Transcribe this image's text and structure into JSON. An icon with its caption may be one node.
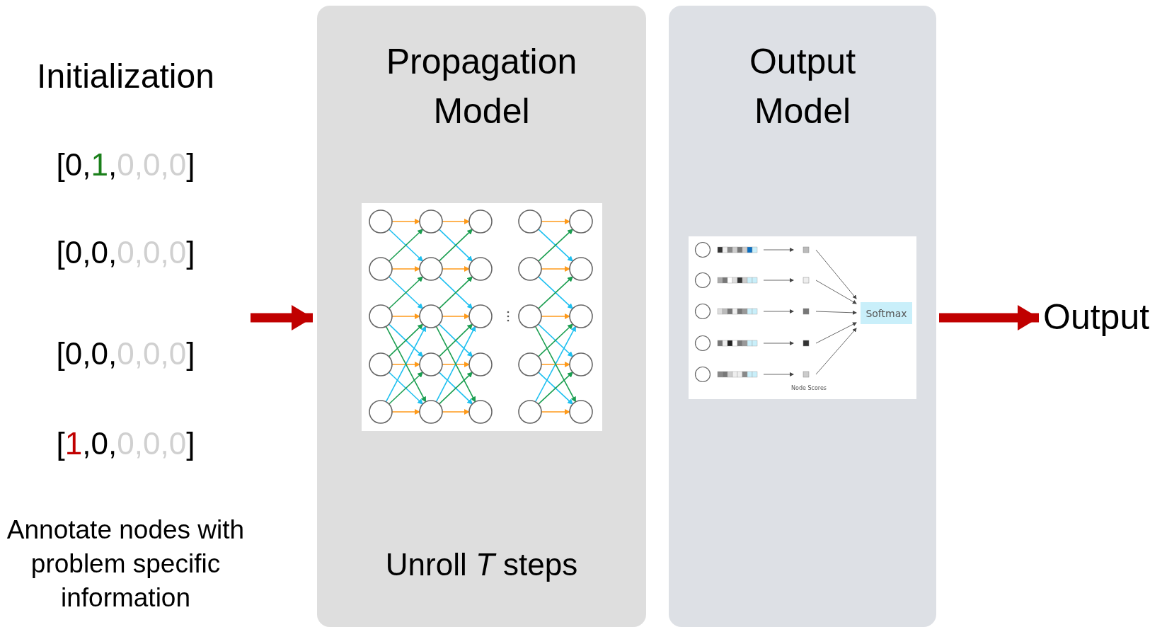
{
  "diagram": {
    "nodes": [
      {
        "text": [
          "Initialization",
          "[0,1,0,0,0]",
          "[0,0,0,0,0]",
          "[0,0,0,0,0]",
          "[1,0,0,0,0]",
          "Annotate nodes with problem specific information"
        ]
      },
      {
        "text": [
          "Propagation Model",
          "Unroll *T* steps"
        ]
      },
      {
        "text": [],
        "shape": "picture",
        "in": 1
      },
      {
        "text": [
          "Output Model"
        ]
      },
      {
        "text": [],
        "shape": "picture",
        "in": 3
      },
      {
        "text": [
          "Softmax"
        ],
        "in": 4
      },
      {
        "text": [
          "Output"
        ]
      }
    ],
    "edges": [
      {
        "from": 0,
        "to": 1,
        "arrow": "to"
      },
      {
        "from": 3,
        "to": 6,
        "arrow": "to"
      }
    ],
    "labels": [
      "Node Scores"
    ]
  }
}
